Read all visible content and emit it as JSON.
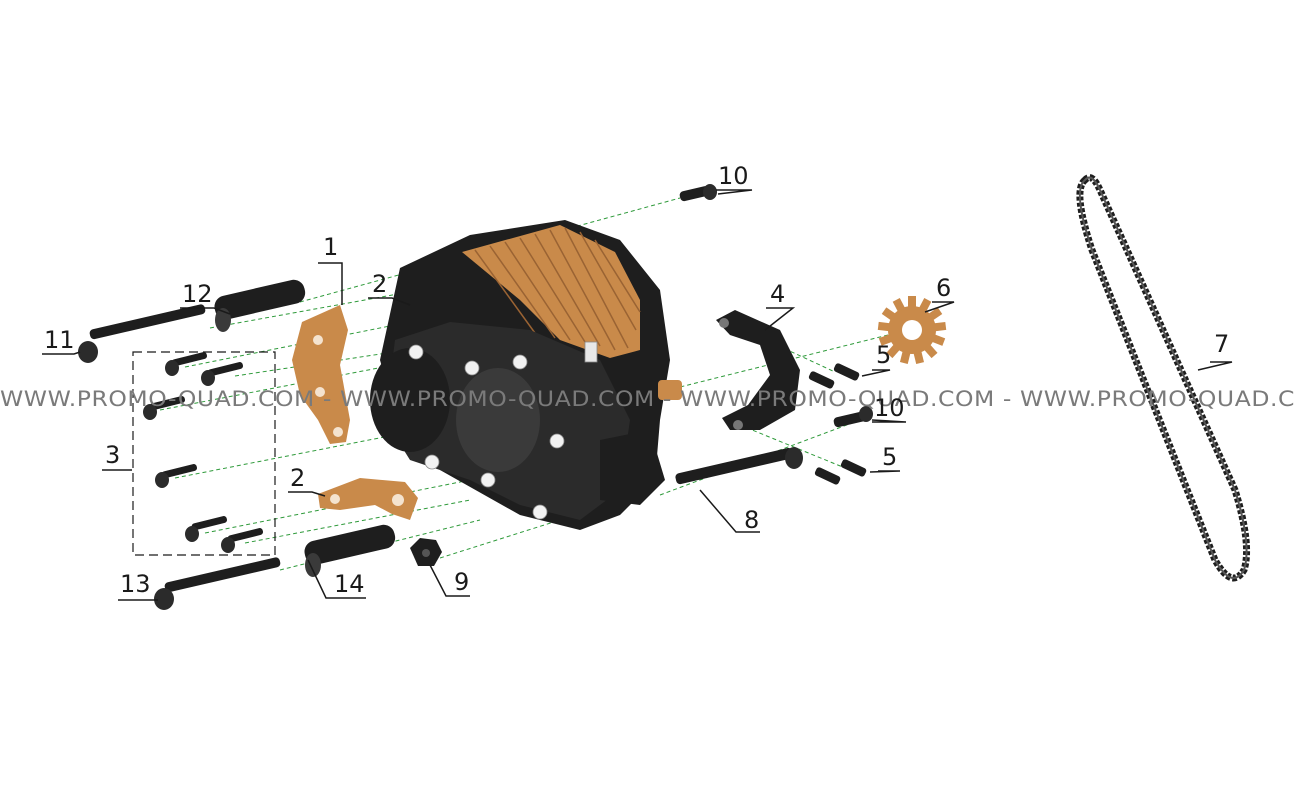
{
  "watermark": {
    "text": "WWW.PROMO-QUAD.COM - WWW.PROMO-QUAD.COM - WWW.PROMO-QUAD.COM - WWW.PROMO-QUAD.C",
    "color": "#7a7a7a"
  },
  "callouts": {
    "c1": "1",
    "c2a": "2",
    "c2b": "2",
    "c3": "3",
    "c4": "4",
    "c5a": "5",
    "c5b": "5",
    "c6": "6",
    "c7": "7",
    "c8": "8",
    "c9": "9",
    "c10a": "10",
    "c10b": "10",
    "c11": "11",
    "c12": "12",
    "c13": "13",
    "c14": "14"
  },
  "colors": {
    "copper": "#c98a4a",
    "dark": "#1e1e1e",
    "guide": "#2e9a3a"
  }
}
